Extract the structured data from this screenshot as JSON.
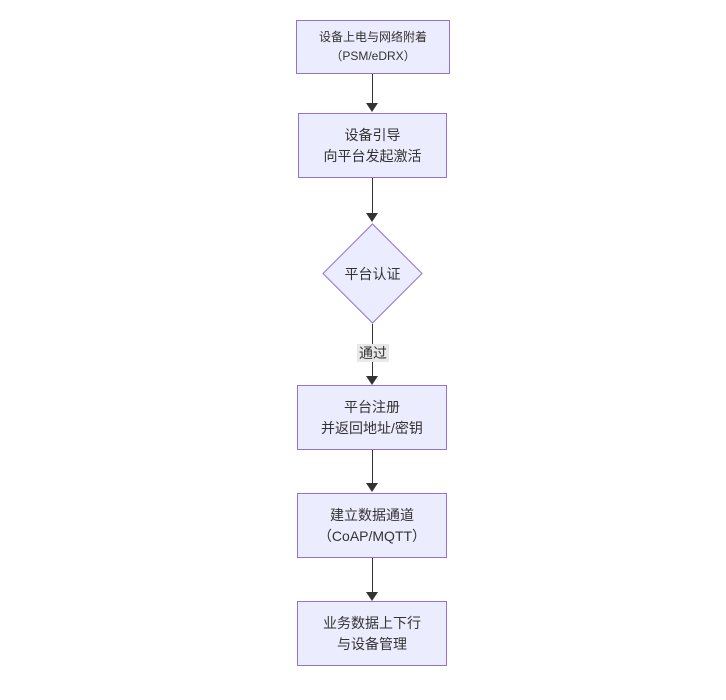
{
  "style": {
    "node_fill": "#ececff",
    "node_border": "#9370db",
    "text_color": "#333333",
    "edge_color": "#333333",
    "edge_label_bg": "#e8e8e8",
    "canvas_bg": "#ffffff"
  },
  "diagram": {
    "type": "flowchart-top-down",
    "nodes": {
      "power": {
        "line1": "设备上电与网络附着",
        "line2": "（PSM/eDRX）"
      },
      "bootstrap": {
        "line1": "设备引导",
        "line2": "向平台发起激活"
      },
      "auth": {
        "label": "平台认证"
      },
      "register": {
        "line1": "平台注册",
        "line2": "并返回地址/密钥"
      },
      "channel": {
        "line1": "建立数据通道",
        "line2": "（CoAP/MQTT）"
      },
      "business": {
        "line1": "业务数据上下行",
        "line2": "与设备管理"
      }
    },
    "edges": {
      "auth_pass_label": "通过"
    }
  }
}
